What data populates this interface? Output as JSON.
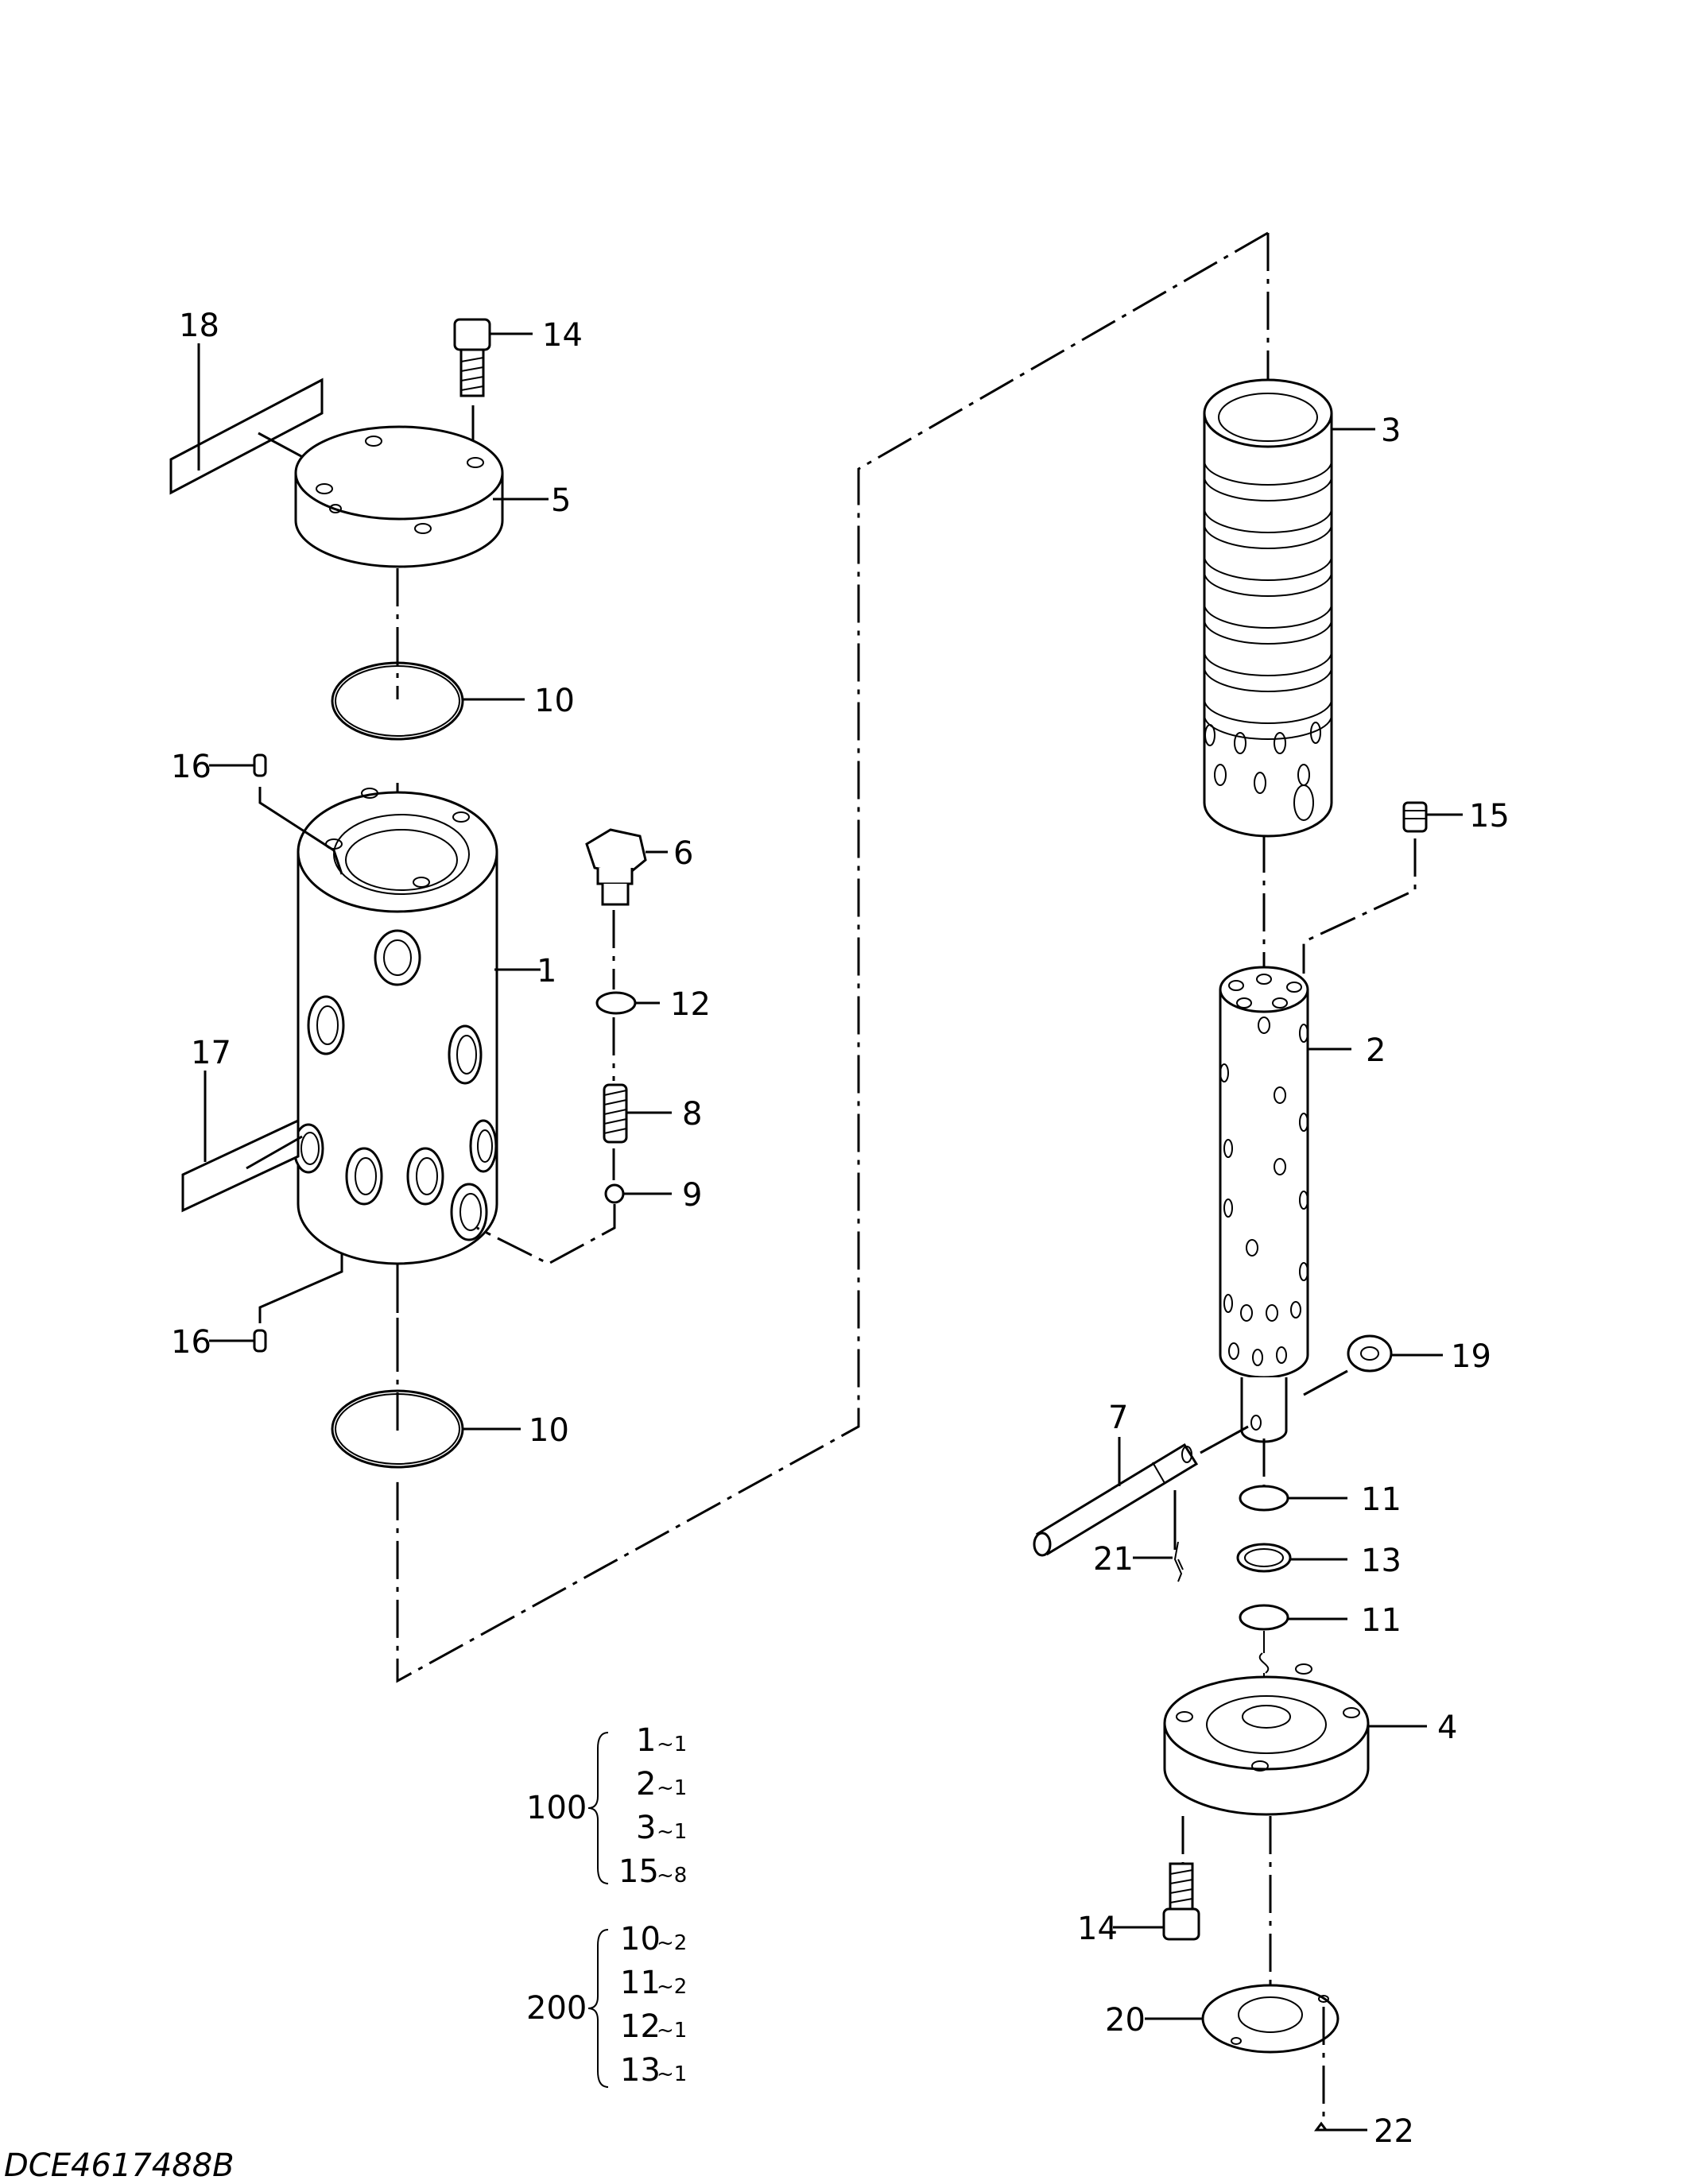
{
  "drawing_code": "DCE4617488B",
  "callouts": {
    "c1": "1",
    "c2": "2",
    "c3": "3",
    "c4": "4",
    "c5": "5",
    "c6": "6",
    "c7": "7",
    "c8": "8",
    "c9": "9",
    "c10a": "10",
    "c10b": "10",
    "c11a": "11",
    "c11b": "11",
    "c12": "12",
    "c13": "13",
    "c14a": "14",
    "c14b": "14",
    "c15": "15",
    "c16a": "16",
    "c16b": "16",
    "c17": "17",
    "c18": "18",
    "c19": "19",
    "c20": "20",
    "c21": "21",
    "c22": "22"
  },
  "kits": [
    {
      "id": "100",
      "items": [
        {
          "part": "1",
          "qty": "~1"
        },
        {
          "part": "2",
          "qty": "~1"
        },
        {
          "part": "3",
          "qty": "~1"
        },
        {
          "part": "15",
          "qty": "~8"
        }
      ]
    },
    {
      "id": "200",
      "items": [
        {
          "part": "10",
          "qty": "~2"
        },
        {
          "part": "11",
          "qty": "~2"
        },
        {
          "part": "12",
          "qty": "~1"
        },
        {
          "part": "13",
          "qty": "~1"
        }
      ]
    }
  ]
}
